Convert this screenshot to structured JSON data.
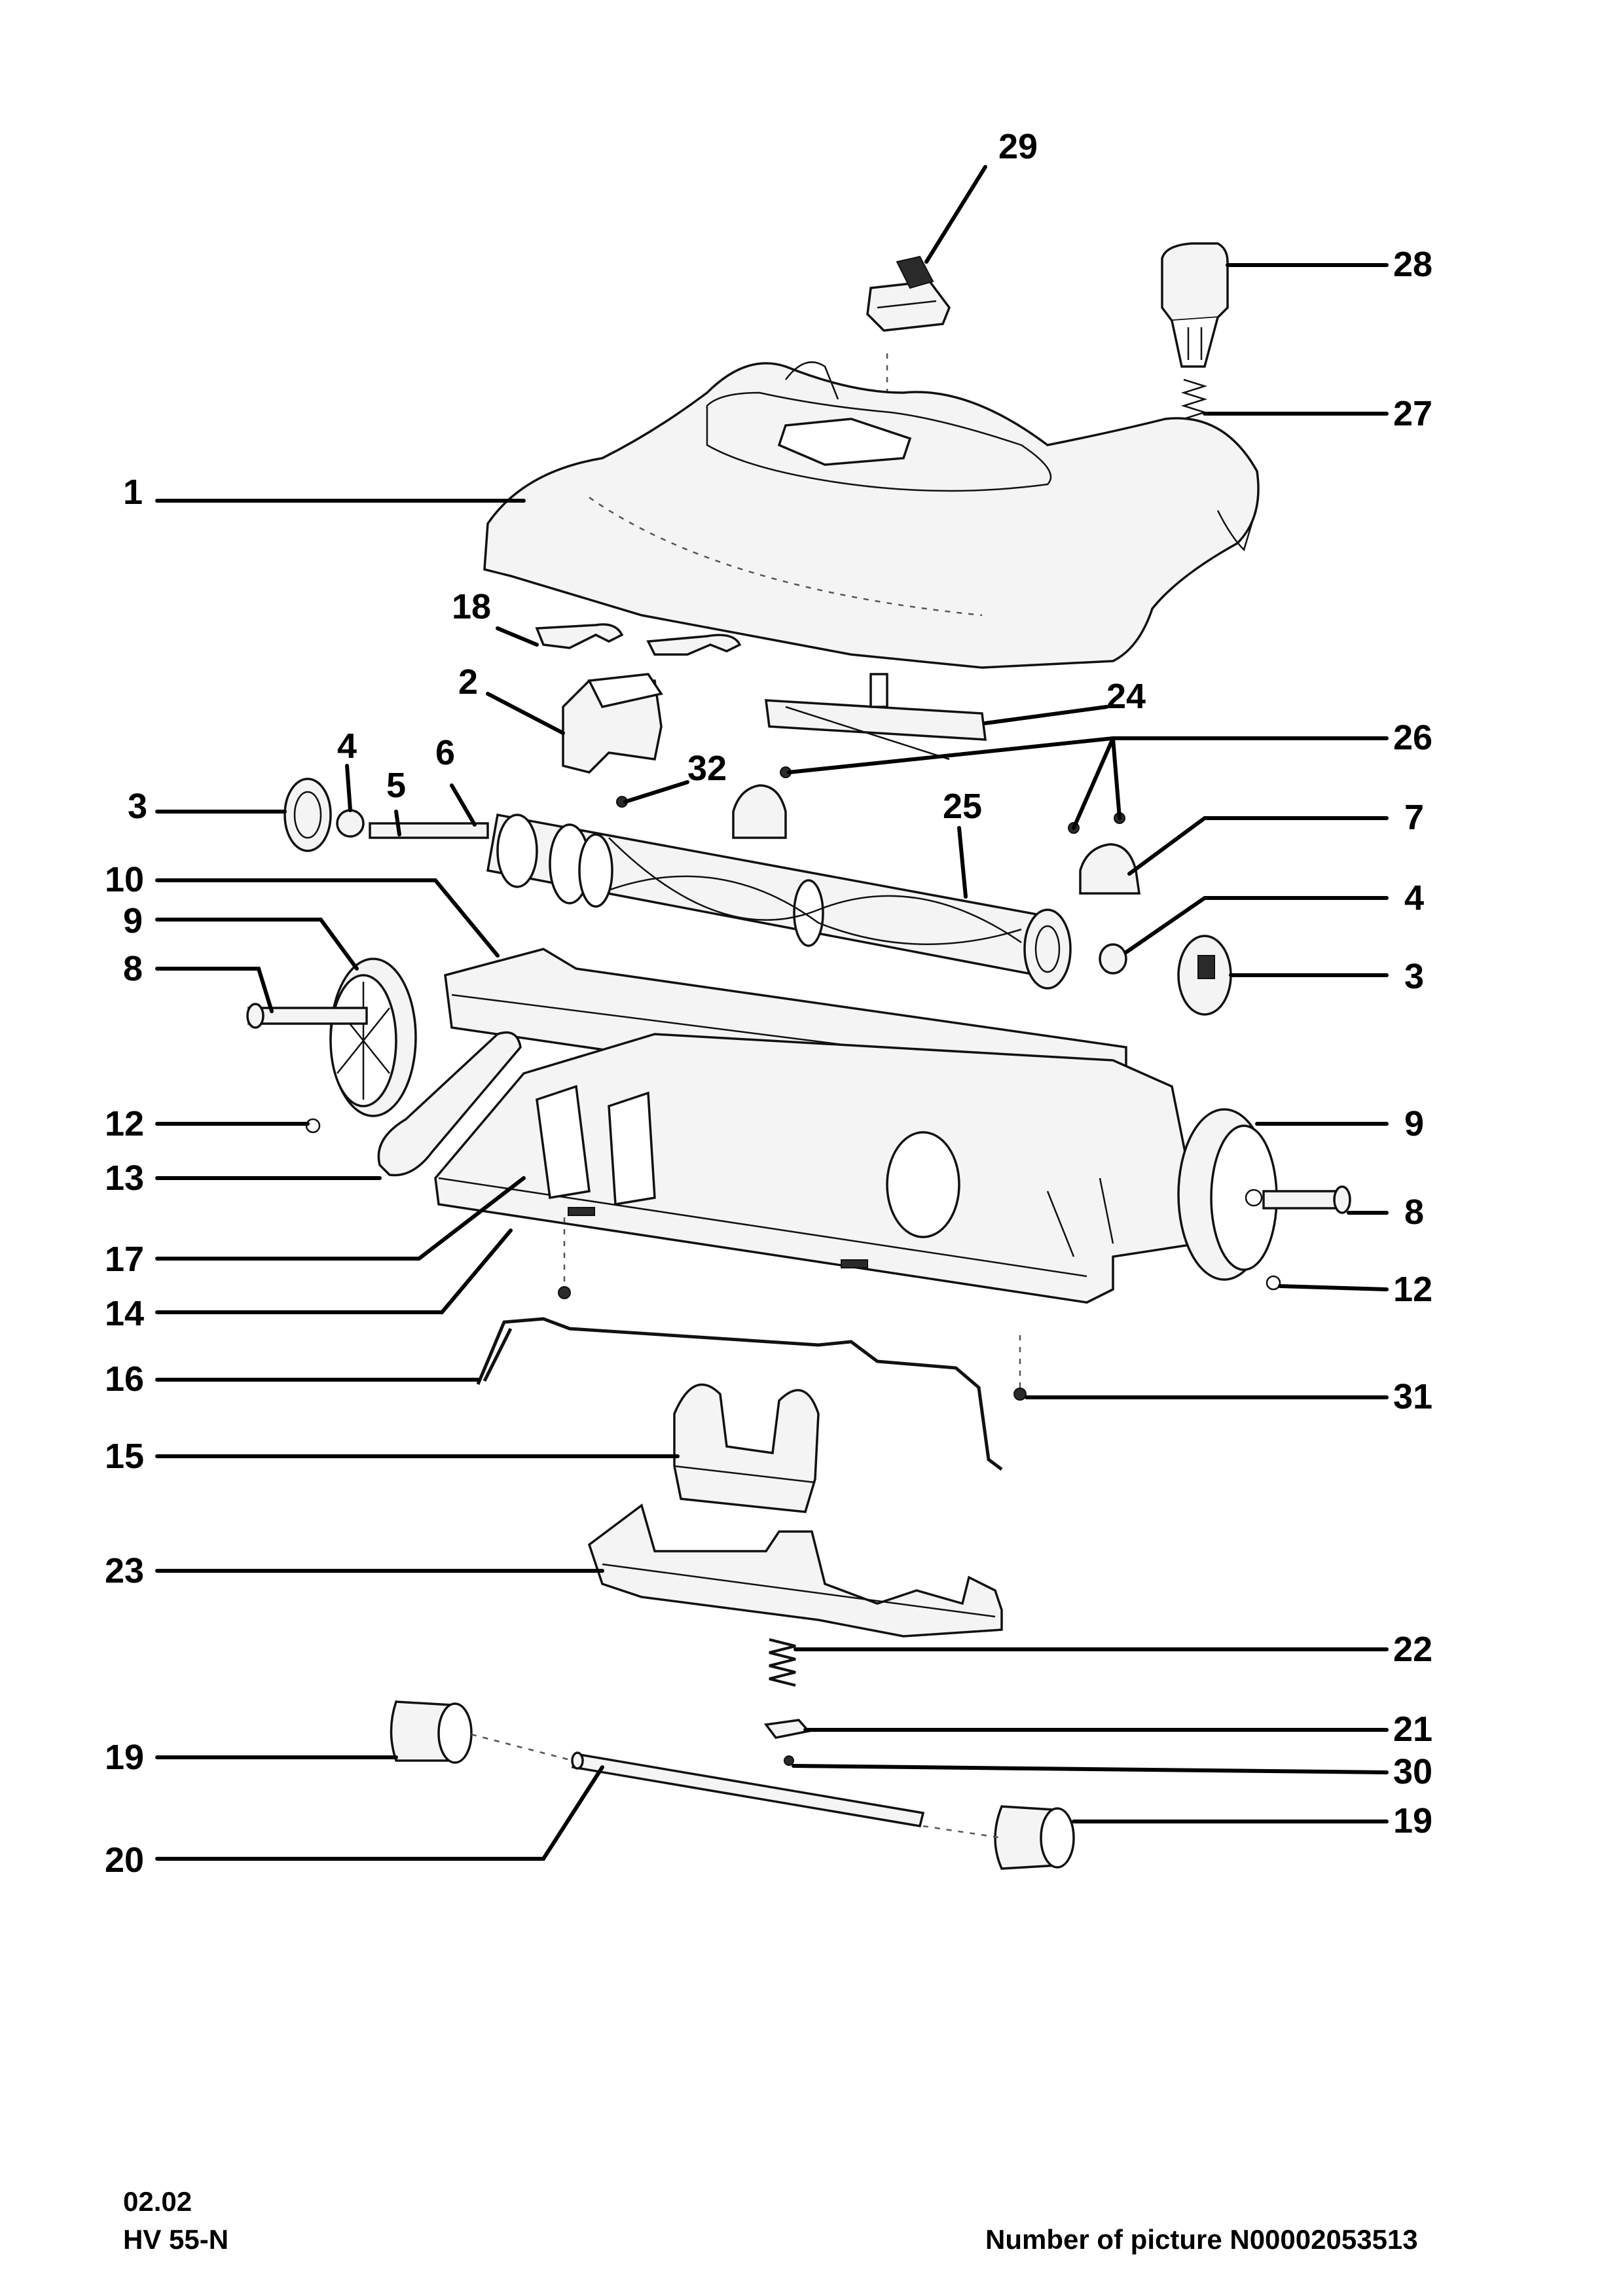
{
  "callouts": {
    "c1": "1",
    "c2": "2",
    "c3a": "3",
    "c3b": "3",
    "c4a": "4",
    "c4b": "4",
    "c5": "5",
    "c6": "6",
    "c7": "7",
    "c8a": "8",
    "c8b": "8",
    "c9a": "9",
    "c9b": "9",
    "c10": "10",
    "c12a": "12",
    "c12b": "12",
    "c13": "13",
    "c14": "14",
    "c15": "15",
    "c16": "16",
    "c17": "17",
    "c18": "18",
    "c19a": "19",
    "c19b": "19",
    "c20": "20",
    "c21": "21",
    "c22": "22",
    "c23": "23",
    "c24": "24",
    "c25": "25",
    "c26": "26",
    "c27": "27",
    "c28": "28",
    "c29": "29",
    "c30": "30",
    "c31": "31",
    "c32": "32"
  },
  "footer": {
    "date": "02.02",
    "model": "HV 55-N",
    "picture_number": "Number of picture N00002053513"
  }
}
